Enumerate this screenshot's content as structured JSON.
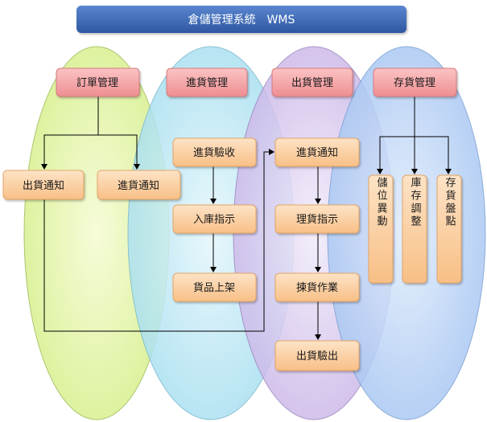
{
  "title": "倉儲管理系統　WMS",
  "modules": {
    "order": "訂單管理",
    "inbound": "進貨管理",
    "outbound": "出貨管理",
    "inventory": "存貨管理"
  },
  "order_items": {
    "ship_notice": "出貨通知",
    "receive_notice": "進貨通知"
  },
  "inbound_items": {
    "inspection": "進貨驗收",
    "putaway_instruction": "入庫指示",
    "shelving": "貨品上架"
  },
  "outbound_items": {
    "ship_notice": "進貨通知",
    "picking_instruction": "理貨指示",
    "picking": "揀貨作業",
    "ship_inspection": "出貨驗出"
  },
  "inventory_items": {
    "location_change": "儲位異動",
    "stock_adjust": "庫存調整",
    "stock_count": "存貨盤點"
  },
  "colors": {
    "title_fill": "#3a66b0",
    "module_fill": "#f4a3a6",
    "item_fill": "#fbd2a6",
    "ellipse_order": "#e6f7b8",
    "ellipse_inbound": "#bfe8f5",
    "ellipse_outbound": "#dccbee",
    "ellipse_inventory": "#bcd6f7"
  }
}
